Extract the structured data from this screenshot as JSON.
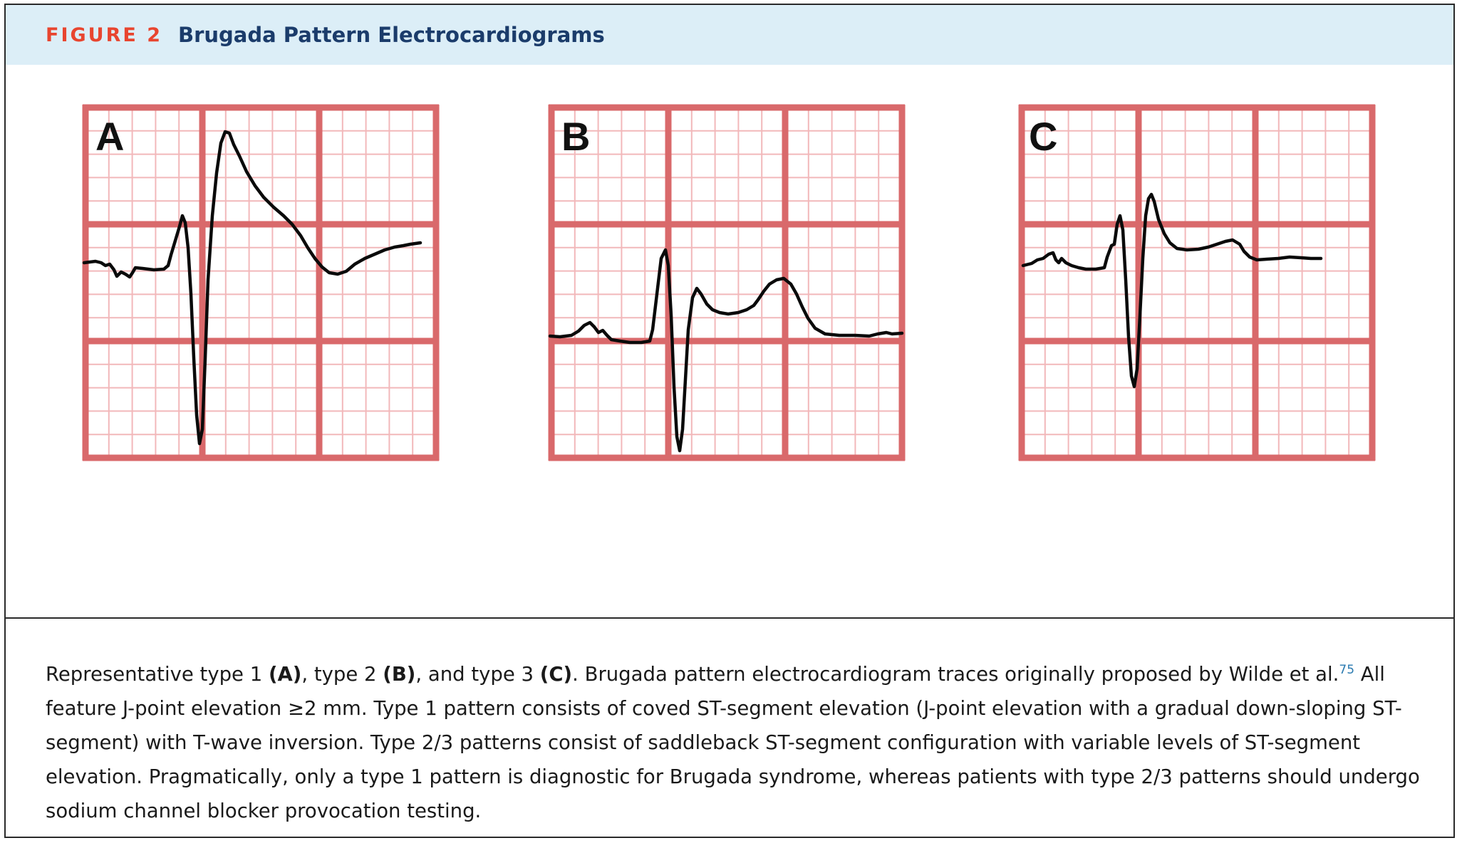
{
  "header": {
    "figure_label": "FIGURE 2",
    "title": "Brugada Pattern Electrocardiograms"
  },
  "panels": [
    {
      "letter": "A"
    },
    {
      "letter": "B"
    },
    {
      "letter": "C"
    }
  ],
  "caption": {
    "p1": "Representative type 1 ",
    "a": "(A)",
    "p2": ", type 2 ",
    "b": "(B)",
    "p3": ", and type 3 ",
    "c": "(C)",
    "p4": ". Brugada pattern electrocardiogram traces originally proposed by Wilde et al.",
    "ref": "75",
    "p5": " All feature J-point elevation ≥2 mm. Type 1 pattern consists of coved ST-segment elevation (J-point elevation with a gradual down-sloping ST-segment) with T-wave inversion. Type 2/3 patterns consist of saddleback ST-segment configuration with variable levels of ST-segment elevation. Pragmatically, only a type 1 pattern is diagnostic for Brugada syndrome, whereas patients with type 2/3 patterns should undergo sodium channel blocker provocation testing."
  },
  "colors": {
    "grid_major": "#d9696b",
    "grid_minor": "#f2b8ba",
    "trace": "#0a0a0a",
    "header_bg": "#dceef7",
    "figure_label": "#e8452f",
    "title": "#1b3c6b"
  }
}
